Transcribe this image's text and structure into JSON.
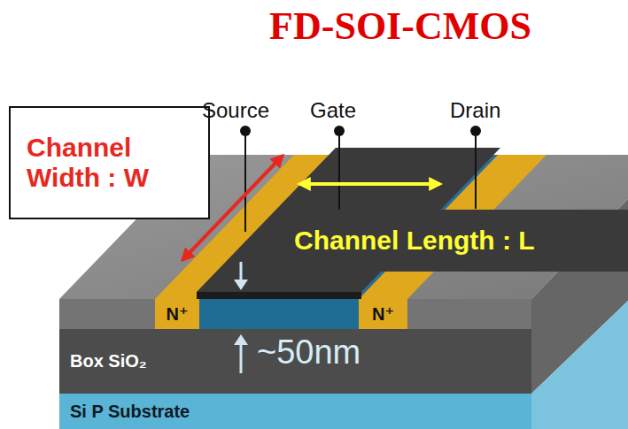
{
  "diagram": {
    "title": "FD-SOI-CMOS",
    "nodes": [
      {
        "text": [
          "Channel Width : W"
        ]
      },
      {
        "text": [
          "Channel Length : L"
        ]
      },
      {
        "text": [
          "N⁺"
        ]
      },
      {
        "text": [
          "N⁺"
        ]
      },
      {
        "text": [
          "Box SiO₂"
        ]
      },
      {
        "text": [
          "Si P Substrate"
        ]
      }
    ],
    "labels": [
      "Source",
      "Gate",
      "Drain",
      "~50nm"
    ]
  }
}
